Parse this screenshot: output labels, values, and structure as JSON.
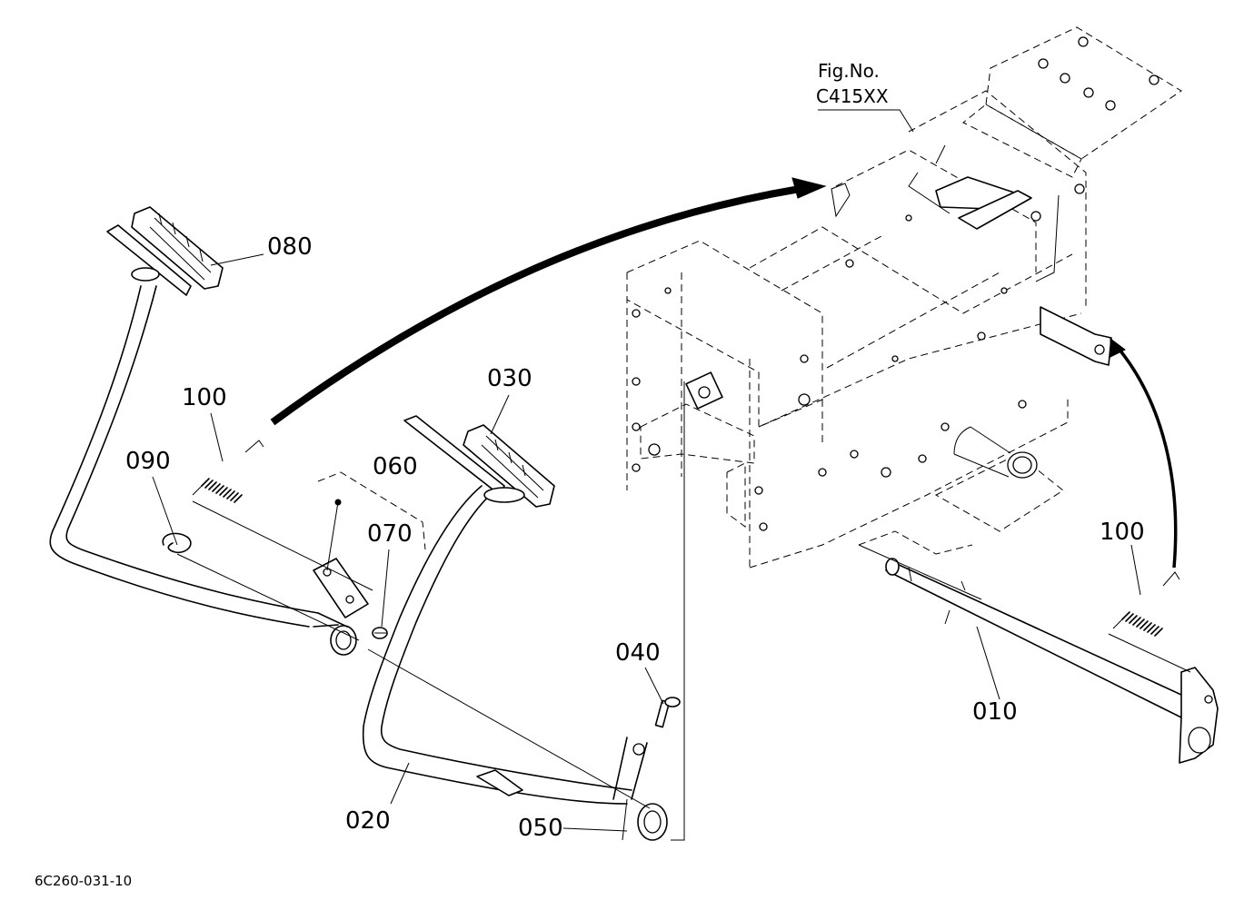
{
  "figure": {
    "ref_line1": "Fig.No.",
    "ref_line2": "C415XX",
    "drawing_code": "6C260-031-10"
  },
  "callouts": {
    "p010": "010",
    "p020": "020",
    "p030": "030",
    "p040": "040",
    "p050": "050",
    "p060": "060",
    "p070": "070",
    "p080": "080",
    "p090": "090",
    "p100_left": "100",
    "p100_right": "100"
  }
}
